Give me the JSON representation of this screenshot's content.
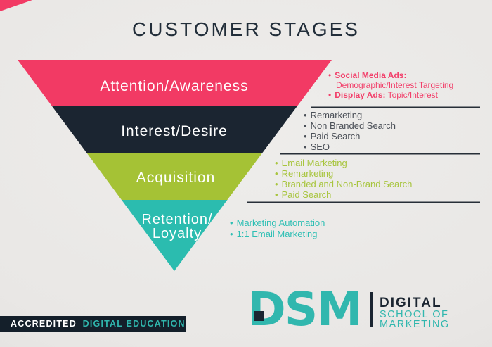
{
  "title": "CUSTOMER STAGES",
  "colors": {
    "pink": "#F23A64",
    "navy": "#1B2531",
    "green": "#A5C235",
    "teal": "#2BBCAF",
    "bullet_pink": "#F2406B",
    "bullet_dark": "#4A4F57",
    "bullet_green": "#A8C53E",
    "bullet_teal": "#2EBFB4",
    "divider": "#272F38",
    "badge_bg": "#141F2A",
    "logo_teal": "#31B7AE"
  },
  "funnel": {
    "stages": [
      {
        "label": "Attention/Awareness",
        "band_color": "#F23A64",
        "bullets": {
          "b1_bold": "Social Media Ads:",
          "b1_rest": "Demographic/Interest Targeting",
          "b2_bold": "Display Ads:",
          "b2_rest": "Topic/Interest"
        }
      },
      {
        "label": "Interest/Desire",
        "band_color": "#1B2531",
        "bullets": [
          "Remarketing",
          "Non Branded Search",
          "Paid Search",
          "SEO"
        ]
      },
      {
        "label": "Acquisition",
        "band_color": "#A5C235",
        "bullets": [
          "Email Marketing",
          "Remarketing",
          "Branded and Non-Brand Search",
          "Paid Search"
        ]
      },
      {
        "label_line1": "Retention/",
        "label_line2": "Loyalty",
        "band_color": "#2BBCAF",
        "bullets": [
          "Marketing Automation",
          "1:1 Email Marketing"
        ]
      }
    ]
  },
  "footer": {
    "badge_accredited": "ACCREDITED",
    "badge_rest": "DIGITAL EDUCATION",
    "logo_mark": "DSM",
    "logo_line1": "DIGITAL",
    "logo_line2": "SCHOOL OF",
    "logo_line3": "MARKETING"
  }
}
